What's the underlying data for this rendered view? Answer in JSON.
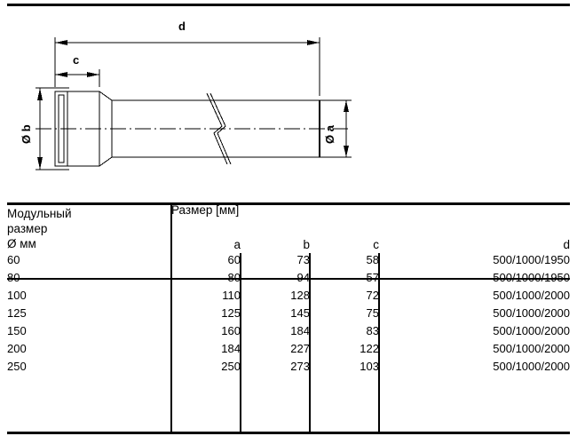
{
  "drawing": {
    "name": "pipe-technical-drawing",
    "dimension_labels": [
      {
        "id": "d",
        "text": "d",
        "kind": "overall-length"
      },
      {
        "id": "c",
        "text": "c",
        "kind": "socket-length"
      },
      {
        "id": "ob",
        "text": "Ø b",
        "kind": "socket-outer-diameter"
      },
      {
        "id": "oa",
        "text": "Ø a",
        "kind": "pipe-outer-diameter"
      }
    ],
    "break_symbol": "pipe-break-line"
  },
  "table": {
    "header": {
      "modular_size_line1": "Модульный",
      "modular_size_line2": "размер",
      "modular_size_line3": "Ø мм",
      "size_group": "Размер [мм]",
      "col_a": "a",
      "col_b": "b",
      "col_c": "c",
      "col_d": "d"
    },
    "rows": [
      {
        "mod": "60",
        "a": "60",
        "b": "73",
        "c": "58",
        "d": "500/1000/1950"
      },
      {
        "mod": "80",
        "a": "80",
        "b": "94",
        "c": "57",
        "d": "500/1000/1950"
      },
      {
        "mod": "100",
        "a": "110",
        "b": "128",
        "c": "72",
        "d": "500/1000/2000"
      },
      {
        "mod": "125",
        "a": "125",
        "b": "145",
        "c": "75",
        "d": "500/1000/2000"
      },
      {
        "mod": "150",
        "a": "160",
        "b": "184",
        "c": "83",
        "d": "500/1000/2000"
      },
      {
        "mod": "200",
        "a": "184",
        "b": "227",
        "c": "122",
        "d": "500/1000/2000"
      },
      {
        "mod": "250",
        "a": "250",
        "b": "273",
        "c": "103",
        "d": "500/1000/2000"
      }
    ]
  },
  "colors": {
    "ink": "#000000",
    "paper": "#ffffff"
  }
}
